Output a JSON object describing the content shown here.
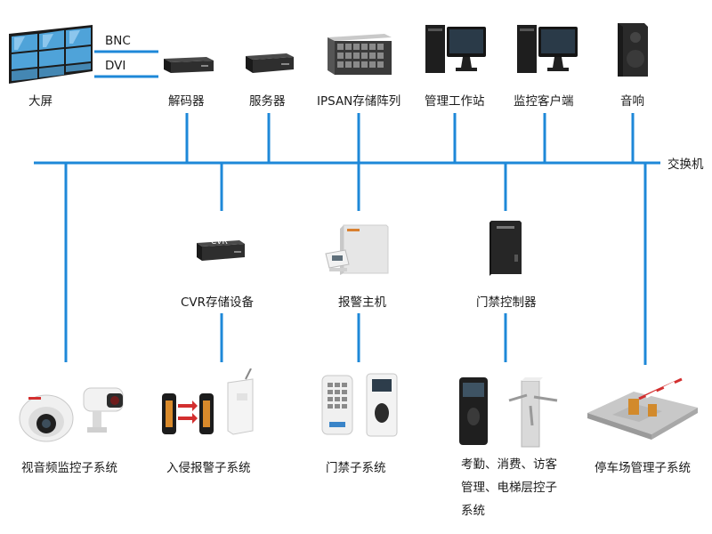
{
  "colors": {
    "bus": "#1e88d8",
    "device_dark": "#2b2b2b",
    "device_light": "#e8e8e8"
  },
  "top_devices": [
    {
      "label": "大屏",
      "icon": "video-wall-icon"
    },
    {
      "label": "解码器",
      "icon": "decoder-icon"
    },
    {
      "label": "服务器",
      "icon": "server-icon"
    },
    {
      "label": "IPSAN存储阵列",
      "icon": "storage-array-icon"
    },
    {
      "label": "管理工作站",
      "icon": "workstation-icon"
    },
    {
      "label": "监控客户端",
      "icon": "monitor-client-icon"
    },
    {
      "label": "音响",
      "icon": "speaker-icon"
    }
  ],
  "wall_links": [
    "BNC",
    "DVI"
  ],
  "switch_label": "交换机",
  "mid_devices": [
    {
      "label": "CVR存储设备",
      "badge": "CVR",
      "icon": "cvr-storage-icon"
    },
    {
      "label": "报警主机",
      "icon": "alarm-host-icon"
    },
    {
      "label": "门禁控制器",
      "icon": "access-controller-icon"
    }
  ],
  "subsystems": [
    {
      "label": "视音频监控子系统",
      "icon": "cctv-camera-icon"
    },
    {
      "label": "入侵报警子系统",
      "icon": "intrusion-sensor-icon"
    },
    {
      "label": "门禁子系统",
      "icon": "card-reader-icon"
    },
    {
      "label_lines": [
        "考勤、消费、访客",
        "管理、电梯层控子",
        "系统"
      ],
      "icon": "turnstile-icon"
    },
    {
      "label": "停车场管理子系统",
      "icon": "parking-gate-icon"
    }
  ]
}
